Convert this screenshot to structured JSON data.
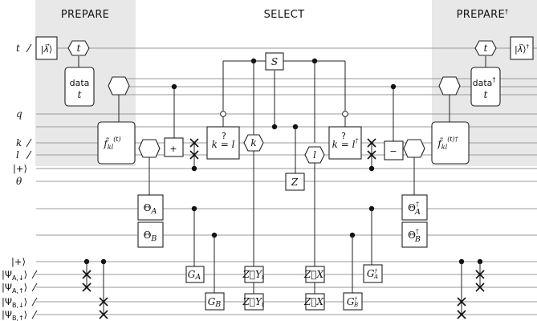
{
  "sections": {
    "prepare": "PREPARE",
    "select": "SELECT",
    "prepare_dagger": "PREPARE†"
  },
  "wire_labels": {
    "t": "t",
    "q": "q",
    "k": "k",
    "l": "l",
    "plus": "|+⟩",
    "theta": "θ",
    "plus2": "|+⟩",
    "psi_a_down": "|ΨA,↓⟩",
    "psi_a_up": "|ΨA,↑⟩",
    "psi_b_down": "|ΨB,↓⟩",
    "psi_b_up": "|ΨB,↑⟩"
  },
  "gates": {
    "lambda_in": "|λ⃗⟩",
    "lambda_out": "|λ⃗⟩†",
    "t_hex": "t",
    "t_hex_dagger": "t",
    "data": "data",
    "data_t": "t",
    "data_dagger": "data†",
    "data_dagger_t": "t",
    "f_kl": "f̃kl(t)",
    "f_kl_dagger": "f̃kl(t)†",
    "plus_gate": "+",
    "minus_gate": "−",
    "k_eq_l": "k ?= l",
    "k_eq_l_dagger": "k ?= l†",
    "s_gate": "S",
    "k_hex": "k",
    "l_hex": "l",
    "z_gate": "Z",
    "theta_a": "ΘA",
    "theta_b": "ΘB",
    "theta_a_dagger": "ΘA†",
    "theta_b_dagger": "ΘB†",
    "g_a": "GA",
    "g_b": "GB",
    "g_a_dagger": "GA†",
    "g_b_dagger": "GB†",
    "zy_k": "Z⃗Yk",
    "zy_k2": "Z⃗Yk",
    "zx_l": "Z⃗Xl",
    "zx_l2": "Z⃗Xl"
  }
}
